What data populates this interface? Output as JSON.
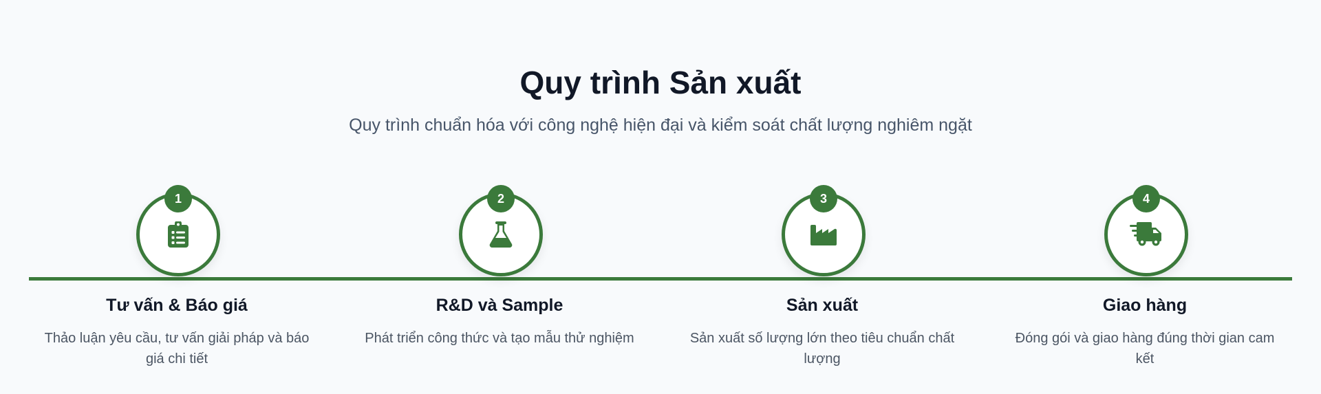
{
  "section": {
    "title": "Quy trình Sản xuất",
    "subtitle": "Quy trình chuẩn hóa với công nghệ hiện đại và kiểm soát chất lượng nghiêm ngặt"
  },
  "colors": {
    "accent": "#3b7a3b",
    "background": "#f8fafc",
    "title": "#111827",
    "body_text": "#4b5563"
  },
  "steps": [
    {
      "number": "1",
      "icon": "clipboard-list-icon",
      "title": "Tư vấn & Báo giá",
      "description": "Thảo luận yêu cầu, tư vấn giải pháp và báo giá chi tiết"
    },
    {
      "number": "2",
      "icon": "flask-icon",
      "title": "R&D và Sample",
      "description": "Phát triển công thức và tạo mẫu thử nghiệm"
    },
    {
      "number": "3",
      "icon": "factory-icon",
      "title": "Sản xuất",
      "description": "Sản xuất số lượng lớn theo tiêu chuẩn chất lượng"
    },
    {
      "number": "4",
      "icon": "shipping-truck-icon",
      "title": "Giao hàng",
      "description": "Đóng gói và giao hàng đúng thời gian cam kết"
    }
  ]
}
